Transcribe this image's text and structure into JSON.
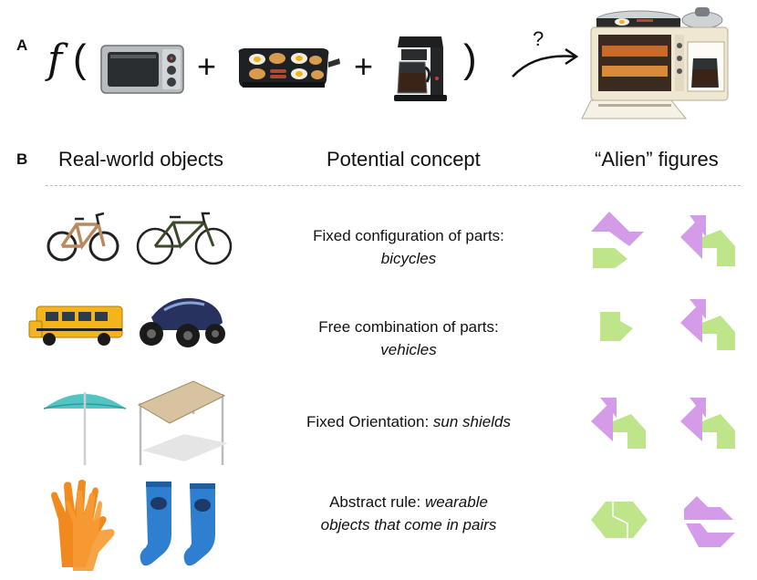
{
  "panel_a": {
    "label": "A",
    "function_symbol": "f",
    "open_paren": "(",
    "close_paren": ")",
    "plus_1": "+",
    "plus_2": "+",
    "question_mark": "?",
    "inputs": [
      "toaster-oven",
      "electric-griddle",
      "coffee-maker"
    ],
    "output": "3-in-1 breakfast station"
  },
  "panel_b": {
    "label": "B",
    "headers": {
      "objects": "Real-world objects",
      "concept": "Potential concept",
      "aliens": "“Alien” figures"
    },
    "rows": [
      {
        "objects": [
          "bicycle",
          "bicycle"
        ],
        "concept_text": "Fixed configuration of parts: ",
        "concept_emph": "bicycles"
      },
      {
        "objects": [
          "school-bus",
          "concept-vehicle"
        ],
        "concept_text": "Free combination of parts: ",
        "concept_emph": "vehicles"
      },
      {
        "objects": [
          "beach-umbrella",
          "sun-shade-sail"
        ],
        "concept_text": "Fixed Orientation: ",
        "concept_emph": "sun shields"
      },
      {
        "objects": [
          "gloves",
          "socks"
        ],
        "concept_text": "Abstract rule: ",
        "concept_emph": "wearable objects that come in pairs"
      }
    ],
    "colors": {
      "pink": "#d39be8",
      "green": "#bfe58a"
    }
  }
}
